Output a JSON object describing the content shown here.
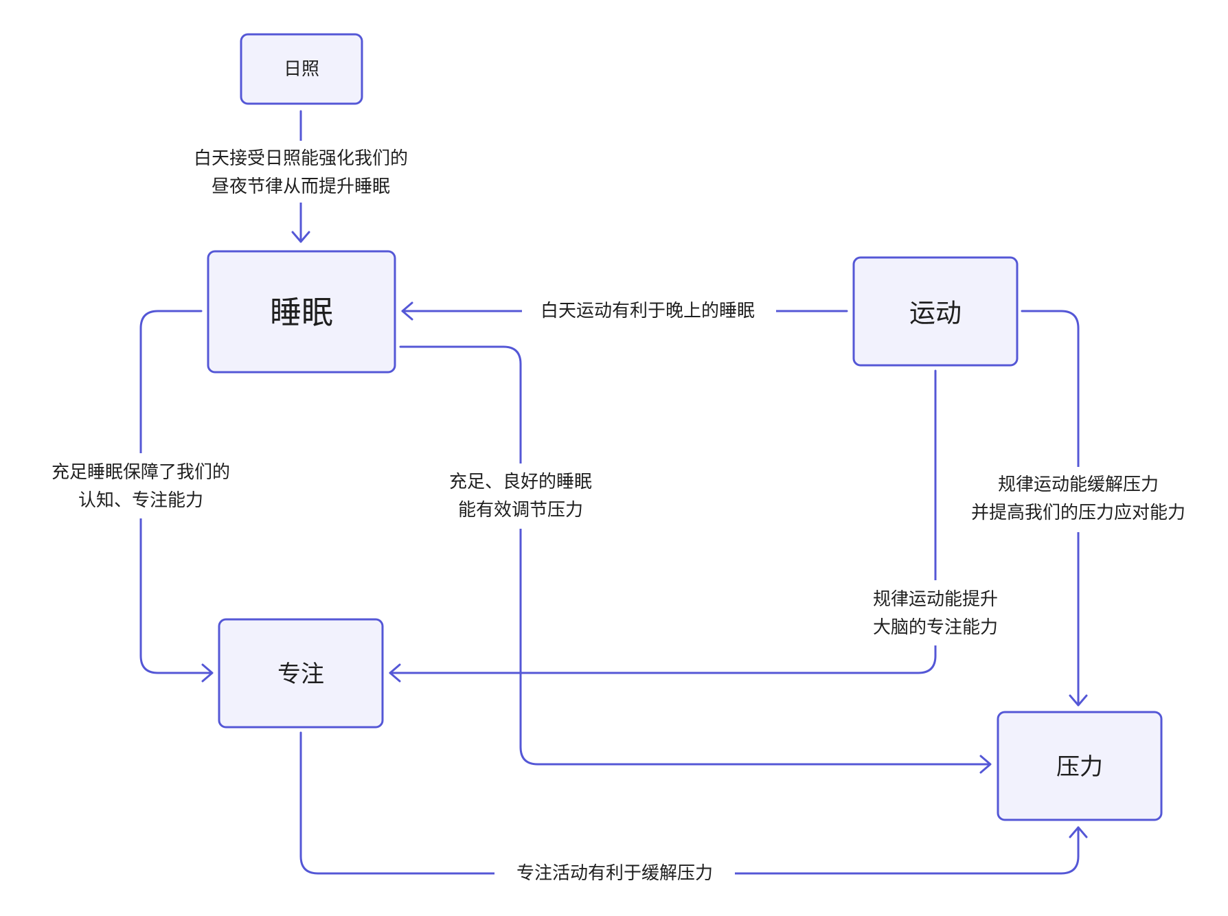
{
  "colors": {
    "stroke": "#5457d6",
    "node_fill": "#f2f2fd",
    "text": "#1f1f1f",
    "background": "#ffffff"
  },
  "nodes": {
    "sunlight": "日照",
    "sleep": "睡眠",
    "exercise": "运动",
    "focus": "专注",
    "stress": "压力"
  },
  "edges": {
    "sunlight_sleep": [
      "白天接受日照能强化我们的",
      "昼夜节律从而提升睡眠"
    ],
    "exercise_sleep": [
      "白天运动有利于晚上的睡眠"
    ],
    "sleep_focus": [
      "充足睡眠保障了我们的",
      "认知、专注能力"
    ],
    "sleep_stress": [
      "充足、良好的睡眠",
      "能有效调节压力"
    ],
    "exercise_stress": [
      "规律运动能缓解压力",
      "并提高我们的压力应对能力"
    ],
    "exercise_focus": [
      "规律运动能提升",
      "大脑的专注能力"
    ],
    "focus_stress": [
      "专注活动有利于缓解压力"
    ]
  }
}
